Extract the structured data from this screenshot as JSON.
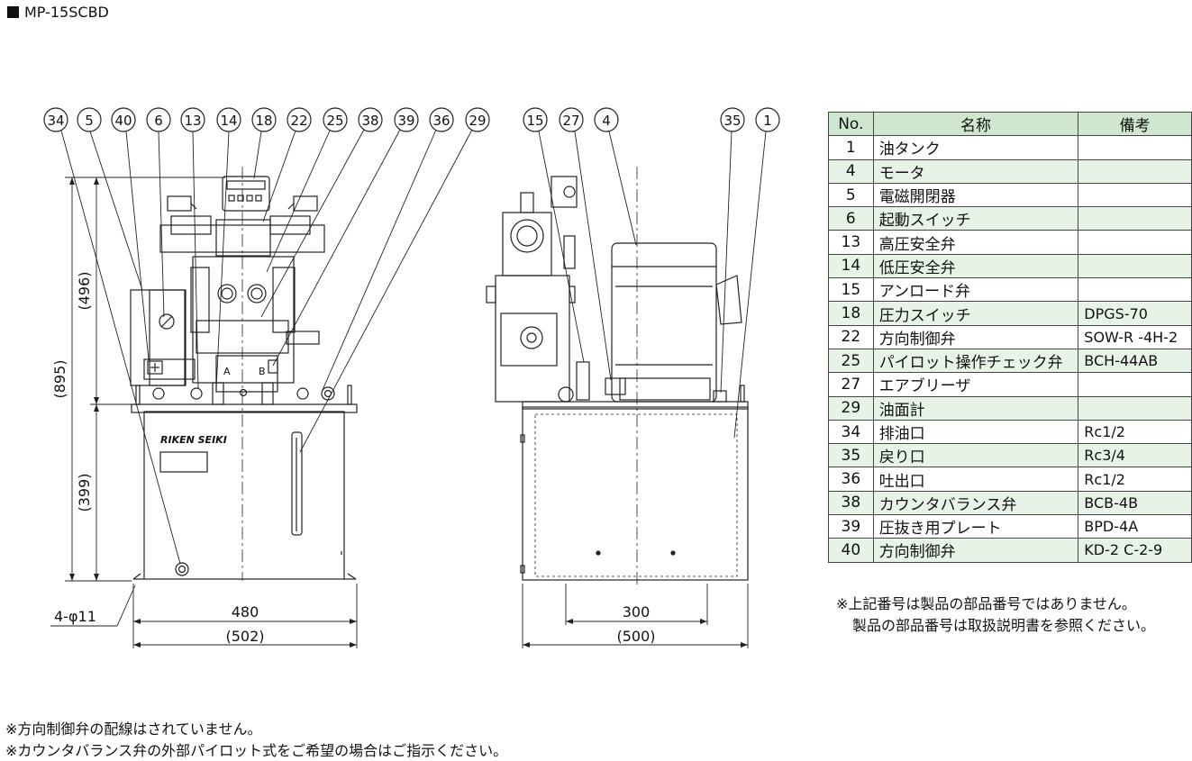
{
  "title": "MP-15SCBD",
  "front_callouts": [
    "34",
    "5",
    "40",
    "6",
    "13",
    "14",
    "18",
    "22",
    "25",
    "38",
    "39",
    "36",
    "29"
  ],
  "side_callouts": [
    "15",
    "27",
    "4",
    "35",
    "1"
  ],
  "dimensions": {
    "height_total": "(895)",
    "height_upper": "(496)",
    "height_lower": "(399)",
    "width_front_inner": "480",
    "width_front_outer": "(502)",
    "width_side_inner": "300",
    "width_side_outer": "(500)",
    "holes": "4-φ11"
  },
  "labels": {
    "brand": "RIKEN SEIKI",
    "port_a": "A",
    "port_b": "B"
  },
  "table": {
    "headers": [
      "No.",
      "名称",
      "備考"
    ],
    "rows": [
      {
        "no": "1",
        "name": "油タンク",
        "note": ""
      },
      {
        "no": "4",
        "name": "モータ",
        "note": ""
      },
      {
        "no": "5",
        "name": "電磁開閉器",
        "note": ""
      },
      {
        "no": "6",
        "name": "起動スイッチ",
        "note": ""
      },
      {
        "no": "13",
        "name": "高圧安全弁",
        "note": ""
      },
      {
        "no": "14",
        "name": "低圧安全弁",
        "note": ""
      },
      {
        "no": "15",
        "name": "アンロード弁",
        "note": ""
      },
      {
        "no": "18",
        "name": "圧力スイッチ",
        "note": "DPGS-70"
      },
      {
        "no": "22",
        "name": "方向制御弁",
        "note": "SOW-R -4H-2"
      },
      {
        "no": "25",
        "name": "パイロット操作チェック弁",
        "note": "BCH-44AB"
      },
      {
        "no": "27",
        "name": "エアブリーザ",
        "note": ""
      },
      {
        "no": "29",
        "name": "油面計",
        "note": ""
      },
      {
        "no": "34",
        "name": "排油口",
        "note": "Rc1/2"
      },
      {
        "no": "35",
        "name": "戻り口",
        "note": "Rc3/4"
      },
      {
        "no": "36",
        "name": "吐出口",
        "note": "Rc1/2"
      },
      {
        "no": "38",
        "name": "カウンタバランス弁",
        "note": "BCB-4B"
      },
      {
        "no": "39",
        "name": "圧抜き用プレート",
        "note": "BPD-4A"
      },
      {
        "no": "40",
        "name": "方向制御弁",
        "note": "KD-2 C-2-9"
      }
    ]
  },
  "table_note_1": "※上記番号は製品の部品番号ではありません。",
  "table_note_2": "製品の部品番号は取扱説明書を参照ください。",
  "bottom_note_1": "※方向制御弁の配線はされていません。",
  "bottom_note_2": "※カウンタバランス弁の外部パイロット式をご希望の場合はご指示ください。",
  "colors": {
    "table_header": "#cfe7cf",
    "table_alt_row": "#e6f3e6",
    "line": "#222222"
  }
}
